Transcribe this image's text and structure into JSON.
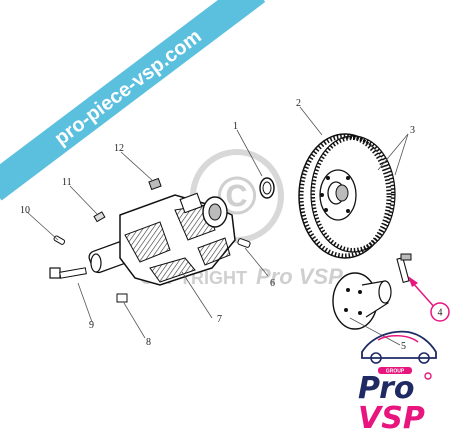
{
  "banner": {
    "text": "pro-piece-vsp.com",
    "color": "#5bc0de"
  },
  "watermark": {
    "copyright_text": "COPYRIGHT",
    "brand_text": "Pro VSP",
    "symbol": "©"
  },
  "callouts": [
    {
      "id": "1",
      "label": "1"
    },
    {
      "id": "2",
      "label": "2"
    },
    {
      "id": "3",
      "label": "3"
    },
    {
      "id": "4",
      "label": "4",
      "highlighted": true
    },
    {
      "id": "5",
      "label": "5"
    },
    {
      "id": "6",
      "label": "6"
    },
    {
      "id": "7",
      "label": "7"
    },
    {
      "id": "8",
      "label": "8"
    },
    {
      "id": "9",
      "label": "9"
    },
    {
      "id": "10",
      "label": "10"
    },
    {
      "id": "11",
      "label": "11"
    },
    {
      "id": "12",
      "label": "12"
    }
  ],
  "logo": {
    "group_text": "GROUP",
    "line1": "Pro",
    "line2": "VSP",
    "colors": {
      "pro": "#1f2a63",
      "vsp": "#e8157e",
      "accent": "#e8157e"
    },
    "icon": "car-silhouette-icon"
  },
  "highlight_color": "#e8157e"
}
